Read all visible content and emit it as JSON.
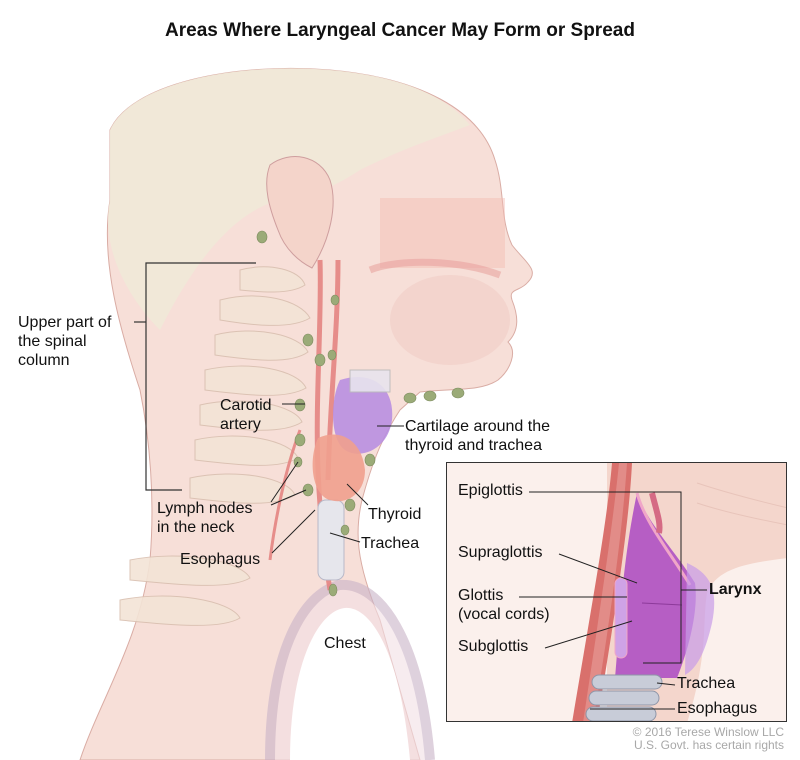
{
  "title": "Areas Where Laryngeal Cancer May Form or Spread",
  "main_labels": {
    "spinal": [
      "Upper part of",
      "the spinal",
      "column"
    ],
    "carotid": [
      "Carotid",
      "artery"
    ],
    "cartilage": [
      "Cartilage around the",
      "thyroid and trachea"
    ],
    "lymph": [
      "Lymph nodes",
      "in the neck"
    ],
    "thyroid": "Thyroid",
    "esophagus": "Esophagus",
    "trachea": "Trachea",
    "chest": "Chest"
  },
  "inset_labels": {
    "epiglottis": "Epiglottis",
    "supraglottis": "Supraglottis",
    "glottis": [
      "Glottis",
      "(vocal cords)"
    ],
    "subglottis": "Subglottis",
    "larynx": "Larynx",
    "trachea": "Trachea",
    "esophagus": "Esophagus"
  },
  "credit": [
    "© 2016 Terese Winslow LLC",
    "U.S. Govt. has certain rights"
  ],
  "colors": {
    "skin": "#f6dcd4",
    "hair": "#efe8d8",
    "artery": "#e07a78",
    "cartilage": "#b98be0",
    "thyroid": "#f0a08c",
    "lymph": "#9aaa78",
    "larynx": "#b55fc0"
  }
}
